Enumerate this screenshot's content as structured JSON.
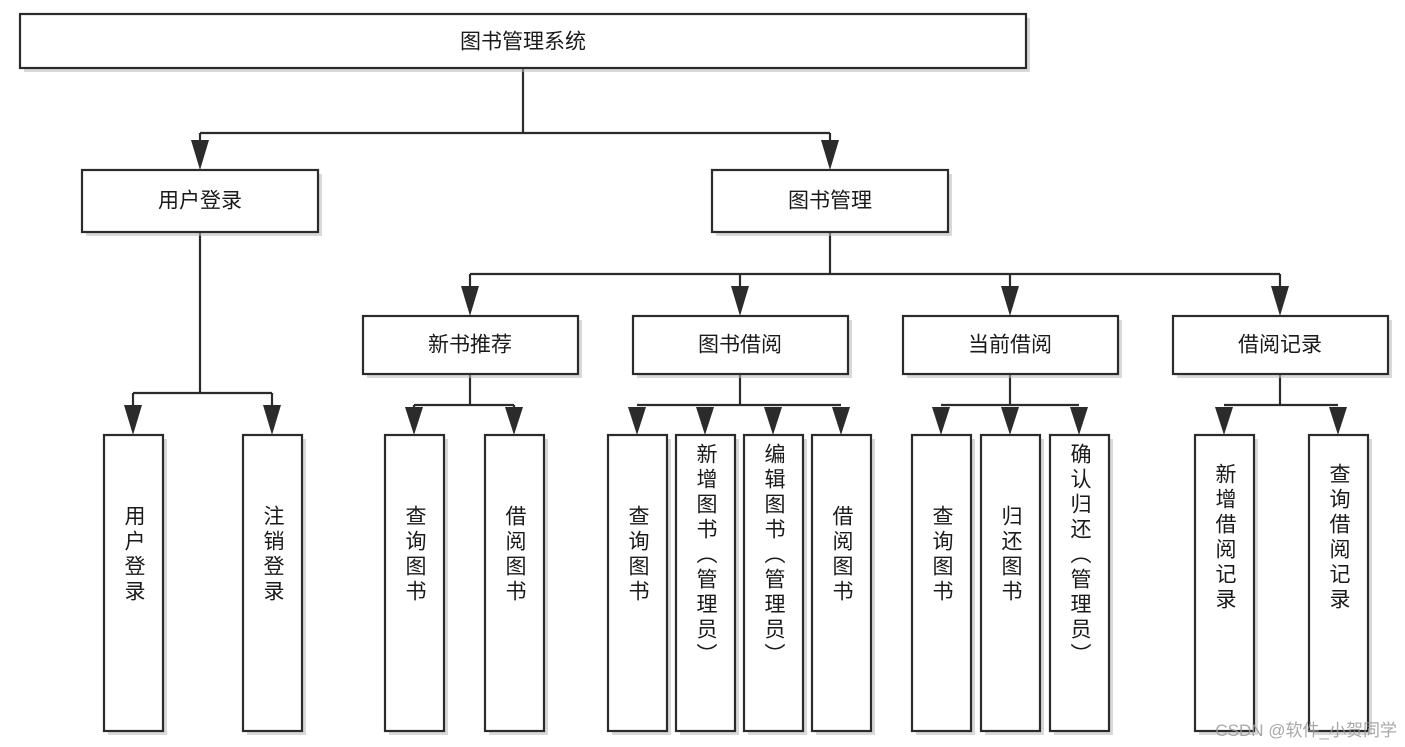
{
  "diagram": {
    "type": "hierarchy-tree",
    "title": "图书管理系统",
    "watermark": "CSDN @软件_小贺同学",
    "colors": {
      "background": "#ffffff",
      "box_fill": "#ffffff",
      "box_stroke": "#2b2b2b",
      "text": "#1a1a1a",
      "shadow": "#b9b9b9",
      "watermark": "#9a9a9a"
    },
    "levels": {
      "root": {
        "label": "图书管理系统"
      },
      "level2": [
        {
          "id": "user-login",
          "label": "用户登录"
        },
        {
          "id": "book-management",
          "label": "图书管理"
        }
      ],
      "level3": [
        {
          "id": "new-book-recommend",
          "label": "新书推荐"
        },
        {
          "id": "book-borrow",
          "label": "图书借阅"
        },
        {
          "id": "current-borrow",
          "label": "当前借阅"
        },
        {
          "id": "borrow-record",
          "label": "借阅记录"
        }
      ],
      "leaves": {
        "user-login": [
          {
            "id": "leaf-user-login",
            "label": "用户登录"
          },
          {
            "id": "leaf-logout-login",
            "label": "注销登录"
          }
        ],
        "new-book-recommend": [
          {
            "id": "leaf-query-book-1",
            "label": "查询图书"
          },
          {
            "id": "leaf-borrow-book-1",
            "label": "借阅图书"
          }
        ],
        "book-borrow": [
          {
            "id": "leaf-query-book-2",
            "label": "查询图书"
          },
          {
            "id": "leaf-add-book",
            "label": "新增图书（管理员）"
          },
          {
            "id": "leaf-edit-book",
            "label": "编辑图书（管理员）"
          },
          {
            "id": "leaf-borrow-book-2",
            "label": "借阅图书"
          }
        ],
        "current-borrow": [
          {
            "id": "leaf-query-book-3",
            "label": "查询图书"
          },
          {
            "id": "leaf-return-book",
            "label": "归还图书"
          },
          {
            "id": "leaf-confirm-return",
            "label": "确认归还（管理员）"
          }
        ],
        "borrow-record": [
          {
            "id": "leaf-add-record",
            "label": "新增借阅记录"
          },
          {
            "id": "leaf-query-record",
            "label": "查询借阅记录"
          }
        ]
      }
    }
  }
}
